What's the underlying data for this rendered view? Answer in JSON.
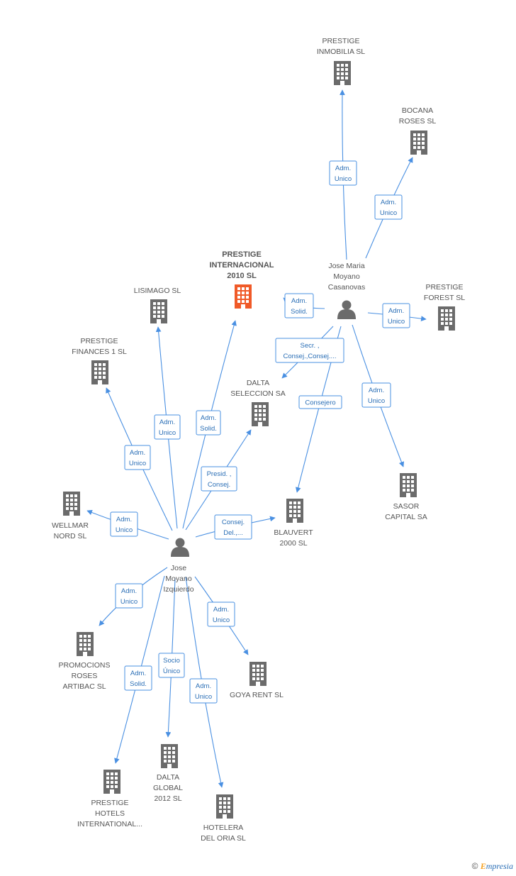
{
  "colors": {
    "edge": "#4a90e2",
    "building": "#6b6b6b",
    "building_main": "#f05a28",
    "person": "#6b6b6b",
    "rel_text": "#2b6fb6"
  },
  "nodes": [
    {
      "id": "prestige-internacional",
      "type": "company",
      "main": true,
      "lines": [
        "PRESTIGE",
        "INTERNACIONAL",
        "2010 SL"
      ]
    },
    {
      "id": "lisimago",
      "type": "company",
      "lines": [
        "LISIMAGO SL"
      ]
    },
    {
      "id": "prestige-finances",
      "type": "company",
      "lines": [
        "PRESTIGE",
        "FINANCES 1 SL"
      ]
    },
    {
      "id": "dalta-seleccion",
      "type": "company",
      "lines": [
        "DALTA",
        "SELECCION SA"
      ]
    },
    {
      "id": "wellmar-nord",
      "type": "company",
      "lines": [
        "WELLMAR",
        "NORD SL"
      ]
    },
    {
      "id": "blauvert",
      "type": "company",
      "lines": [
        "BLAUVERT",
        "2000 SL"
      ]
    },
    {
      "id": "prestige-inmobilia",
      "type": "company",
      "lines": [
        "PRESTIGE",
        "INMOBILIA SL"
      ]
    },
    {
      "id": "bocana-roses",
      "type": "company",
      "lines": [
        "BOCANA",
        "ROSES  SL"
      ]
    },
    {
      "id": "prestige-forest",
      "type": "company",
      "lines": [
        "PRESTIGE",
        "FOREST SL"
      ]
    },
    {
      "id": "sasor-capital",
      "type": "company",
      "lines": [
        "SASOR",
        "CAPITAL SA"
      ]
    },
    {
      "id": "promocions-roses",
      "type": "company",
      "lines": [
        "PROMOCIONS",
        "ROSES",
        "ARTIBAC SL"
      ]
    },
    {
      "id": "goya-rent",
      "type": "company",
      "lines": [
        "GOYA RENT SL"
      ]
    },
    {
      "id": "dalta-global",
      "type": "company",
      "lines": [
        "DALTA",
        "GLOBAL",
        "2012 SL"
      ]
    },
    {
      "id": "prestige-hotels",
      "type": "company",
      "lines": [
        "PRESTIGE",
        "HOTELS",
        "INTERNATIONAL..."
      ]
    },
    {
      "id": "hotelera-oria",
      "type": "company",
      "lines": [
        "HOTELERA",
        "DEL ORIA SL"
      ]
    },
    {
      "id": "jose-moyano-izquierdo",
      "type": "person",
      "lines": [
        "Jose",
        "Moyano",
        "Izquierdo"
      ]
    },
    {
      "id": "jose-maria-moyano",
      "type": "person",
      "lines": [
        "Jose Maria",
        "Moyano",
        "Casanovas"
      ]
    }
  ],
  "relations": [
    {
      "id": "jmi-prestige-internacional",
      "lines": [
        "Adm.",
        "Solid."
      ]
    },
    {
      "id": "jmi-lisimago",
      "lines": [
        "Adm.",
        "Unico"
      ]
    },
    {
      "id": "jmi-prestige-finances",
      "lines": [
        "Adm.",
        "Unico"
      ]
    },
    {
      "id": "jmi-dalta-seleccion",
      "lines": [
        "Presid. ,",
        "Consej."
      ]
    },
    {
      "id": "jmi-wellmar",
      "lines": [
        "Adm.",
        "Unico"
      ]
    },
    {
      "id": "jmi-blauvert",
      "lines": [
        "Consej.",
        "Del.,..."
      ]
    },
    {
      "id": "jmi-promocions",
      "lines": [
        "Adm.",
        "Unico"
      ]
    },
    {
      "id": "jmi-goya",
      "lines": [
        "Adm.",
        "Unico"
      ]
    },
    {
      "id": "jmi-dalta-global",
      "lines": [
        "Socio",
        "Único"
      ]
    },
    {
      "id": "jmi-prestige-hotels",
      "lines": [
        "Adm.",
        "Solid."
      ]
    },
    {
      "id": "jmi-hotelera",
      "lines": [
        "Adm.",
        "Unico"
      ]
    },
    {
      "id": "jmm-prestige-inmobilia",
      "lines": [
        "Adm.",
        "Unico"
      ]
    },
    {
      "id": "jmm-bocana",
      "lines": [
        "Adm.",
        "Unico"
      ]
    },
    {
      "id": "jmm-prestige-internacional",
      "lines": [
        "Adm.",
        "Solid."
      ]
    },
    {
      "id": "jmm-prestige-forest",
      "lines": [
        "Adm.",
        "Unico"
      ]
    },
    {
      "id": "jmm-dalta-seleccion",
      "lines": [
        "Secr. ,",
        "Consej.,Consej...."
      ]
    },
    {
      "id": "jmm-blauvert",
      "lines": [
        "Consejero"
      ]
    },
    {
      "id": "jmm-sasor",
      "lines": [
        "Adm.",
        "Unico"
      ]
    }
  ],
  "footer": {
    "copyright": "©",
    "brand_initial": "E",
    "brand_rest": "mpresia"
  }
}
